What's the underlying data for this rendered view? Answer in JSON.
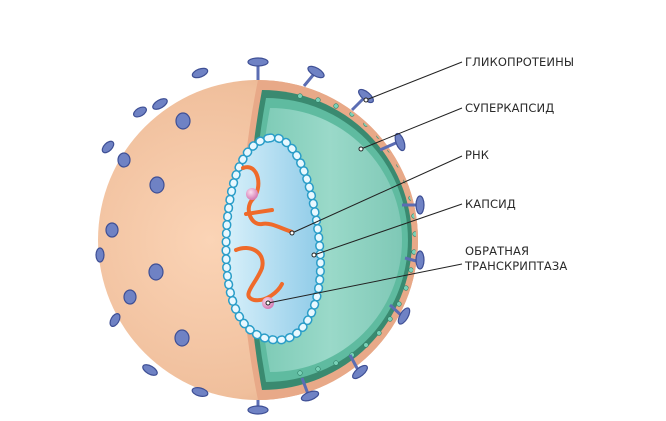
{
  "diagram": {
    "subject": "HIV virion structure (cutaway)",
    "colors": {
      "envelope_surface": "#f0bf9c",
      "envelope_shadow": "#d99c78",
      "glycoprotein": "#6f82c4",
      "glycoprotein_outline": "#3e4f95",
      "lipid_layer": "#2f8f74",
      "matrix_fill": "#8ed3c3",
      "capsid_fill": "#bfe4f5",
      "capsid_bead": "#e8f8ff",
      "capsid_outline": "#2a9dc8",
      "rna": "#ef6a2a",
      "enzyme": "#e7a1c9",
      "leader_line": "#222222",
      "label_text": "#2a2a2a"
    },
    "labels": [
      {
        "id": "glycoproteins",
        "text": "ГЛИКОПРОТЕИНЫ"
      },
      {
        "id": "supercapsid",
        "text": "СУПЕРКАПСИД"
      },
      {
        "id": "rna",
        "text": "РНК"
      },
      {
        "id": "capsid",
        "text": "КАПСИД"
      },
      {
        "id": "reverse_transcriptase_line1",
        "text": "ОБРАТНАЯ"
      },
      {
        "id": "reverse_transcriptase_line2",
        "text": "ТРАНСКРИПТАЗА"
      }
    ]
  }
}
